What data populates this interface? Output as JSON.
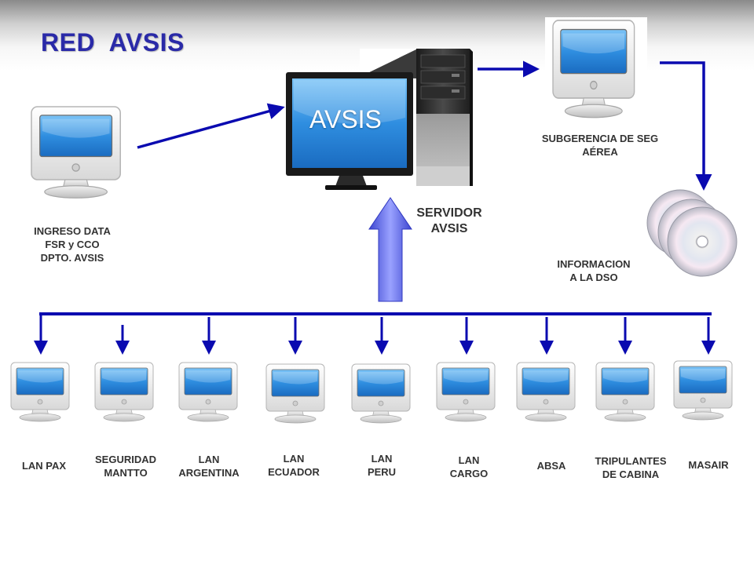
{
  "title": "RED  AVSIS",
  "server": {
    "screen_text": "AVSIS",
    "label": "SERVIDOR\nAVSIS"
  },
  "nodes": {
    "ingreso": "INGRESO DATA\nFSR y CCO\nDPTO. AVSIS",
    "subgerencia": "SUBGERENCIA DE SEG\nAÉREA",
    "informacion": "INFORMACION\nA LA DSO"
  },
  "clients": [
    "LAN PAX",
    "SEGURIDAD\nMANTTO",
    "LAN\nARGENTINA",
    "LAN\nECUADOR",
    "LAN\nPERU",
    "LAN\nCARGO",
    "ABSA",
    "TRIPULANTES\nDE CABINA",
    "MASAIR"
  ],
  "colors": {
    "title": "#2a2aa8",
    "connector": "#0a0ab0",
    "up_arrow": "#6a72e8",
    "screen": "#2f8ee0"
  },
  "icons": {
    "computer": "monitor-icon",
    "server": "server-tower-icon",
    "discs": "cd-disc-icon"
  }
}
